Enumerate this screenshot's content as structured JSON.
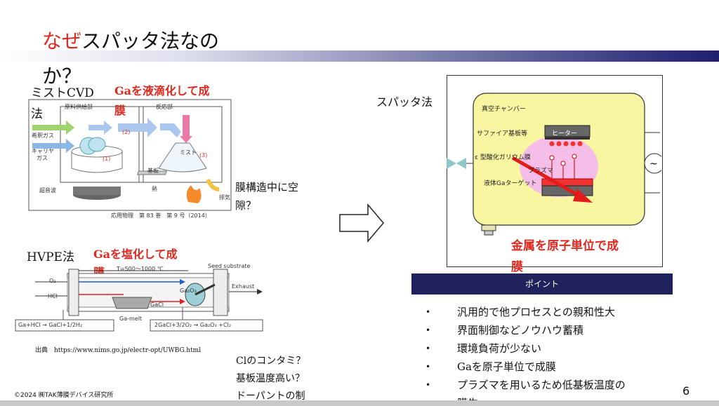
{
  "slide": {
    "title_highlight": "なぜ",
    "title_rest": "スパッタ法なの",
    "title_line2": "か？",
    "page_number": "6",
    "footer": "©2024 ㈱TAK薄膜デバイス研究所",
    "source": "出典　https://www.nims.go.jp/electr-opt/UWBG.html"
  },
  "mist": {
    "label_line1": "ミストCVD",
    "label_line2": "法",
    "note_line1": "Gaを液滴化して成",
    "note_line2": "膜",
    "side_note_line1": "膜構造中に空",
    "side_note_line2": "隙？",
    "diagram": {
      "feed_section": "原料供給部",
      "reaction_section": "反応部",
      "dilution_gas": "希釈ガス",
      "carrier_gas_1": "キャリヤ",
      "carrier_gas_2": "ガス",
      "ultrasonic": "超音波",
      "mist": "ミスト",
      "substrate": "基板",
      "heat": "熱",
      "exhaust": "排気",
      "step1": "(1)",
      "step2": "(2)",
      "step3": "(3)",
      "citation": "応用物理　第 83 巻　第 9 号（2014）"
    }
  },
  "hvpe": {
    "label": "HVPE法",
    "note_line1": "Gaを塩化して成",
    "note_line2": "膜",
    "diagram": {
      "temperature": "T=500～1000 ℃",
      "seed": "Seed substrate",
      "o2": "O₂",
      "hcl": "HCl",
      "gacl": "GaCl",
      "ga2o3": "Ga₂O₃",
      "exhaust": "Exhaust",
      "ga_melt": "Ga-melt",
      "reaction1": "Ga+HCl → GaCl+1/2H₂",
      "reaction2": "2GaCl+3/2O₂ → Ga₂O₃ +Cl₂"
    },
    "issues": [
      "Clのコンタミ？",
      "基板温度高い？",
      "ドーパントの制"
    ]
  },
  "sputter": {
    "label": "スパッタ法",
    "chamber": "真空チャンバー",
    "substrate": "サファイア基板等",
    "heater": "ヒーター",
    "film": "ε 型酸化ガリウム膜",
    "plasma": "プラズマ",
    "target": "液体Gaターゲット",
    "note_line1": "金属を原子単位で成",
    "note_line2": "膜"
  },
  "point": {
    "header": "ポイント",
    "items": [
      "汎用的で他プロセスとの親和性大",
      "界面制御などノウハウ蓄積",
      "環境負荷が少ない",
      "Gaを原子単位で成膜",
      "プラズマを用いるため低基板温度の",
      "膜生"
    ]
  },
  "colors": {
    "accent_red": "#e0281e",
    "band_dark": "#1d1e6e",
    "chamber_fill": "#f8f6a0"
  }
}
